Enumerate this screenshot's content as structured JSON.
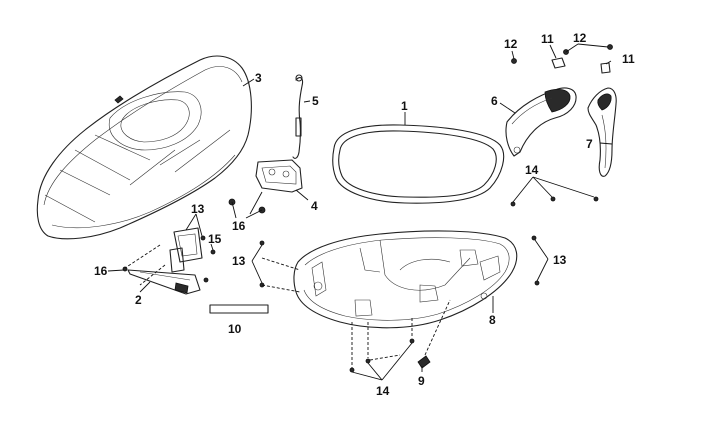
{
  "callouts": {
    "c1": "1",
    "c2": "2",
    "c3": "3",
    "c4": "4",
    "c5": "5",
    "c6": "6",
    "c7": "7",
    "c8": "8",
    "c9": "9",
    "c10": "10",
    "c11a": "11",
    "c11b": "11",
    "c12a": "12",
    "c12b": "12",
    "c13a": "13",
    "c13b": "13",
    "c13c": "13",
    "c14a": "14",
    "c14b": "14",
    "c15": "15",
    "c16a": "16",
    "c16b": "16"
  }
}
